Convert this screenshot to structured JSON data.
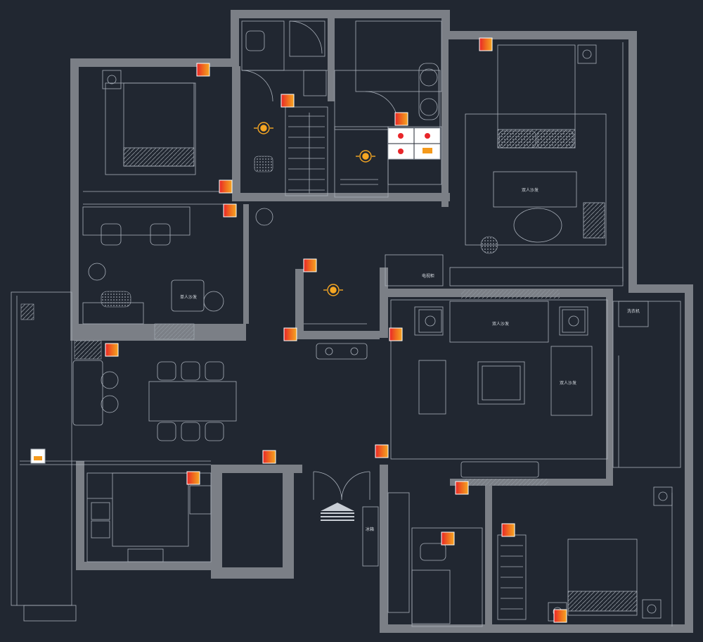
{
  "canvas": {
    "background": "#212731"
  },
  "colors": {
    "wall": "#7b7f86",
    "line": "#a9b0ba",
    "dim_line": "#5d6570",
    "socket_red": "#e8262a",
    "socket_orange": "#f59a1c",
    "light_orange": "#f5a623"
  },
  "labels": {
    "sofa_bedroom_top": "双人沙发",
    "sofa_living_top": "双人沙发",
    "sofa_living_right": "双人沙发",
    "armchair_bedroom_left": "单人沙发",
    "tv_cabinet": "电视柜",
    "fridge": "冰箱",
    "washer": "洗衣机"
  },
  "icons": {
    "socket": "socket-icon",
    "ceiling_light": "ceiling-light-icon",
    "switch_panel": "switch-panel-icon",
    "range_hood": "range-hood-icon",
    "stairs": "stair-arrow-icon"
  }
}
